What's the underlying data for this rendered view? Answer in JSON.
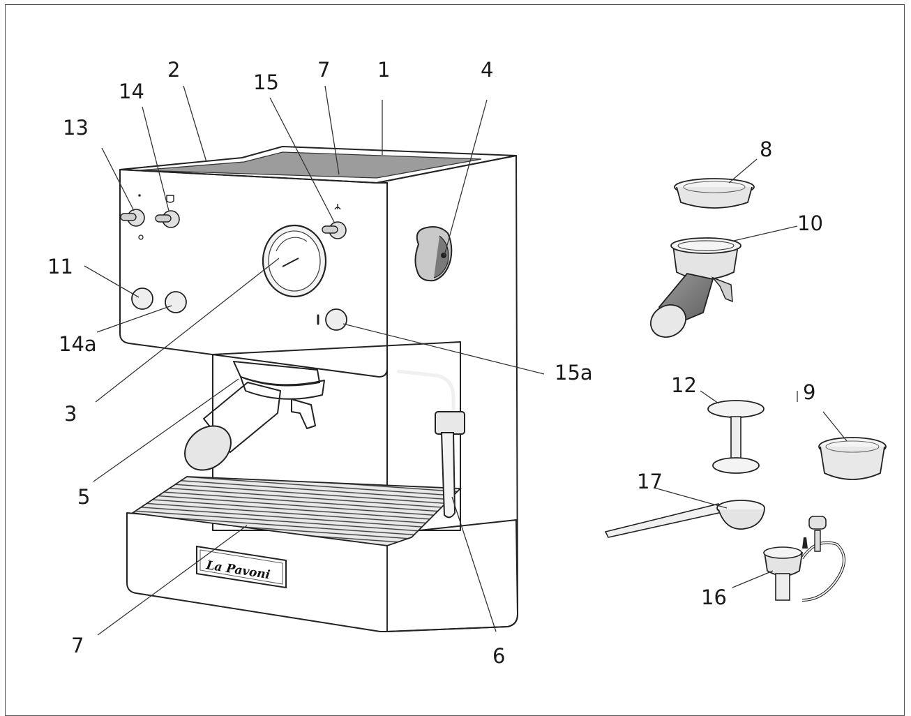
{
  "diagram": {
    "brand_label": "La Pavoni",
    "labels": [
      {
        "id": "label-1",
        "text": "1"
      },
      {
        "id": "label-2",
        "text": "2"
      },
      {
        "id": "label-3",
        "text": "3"
      },
      {
        "id": "label-4",
        "text": "4"
      },
      {
        "id": "label-5",
        "text": "5"
      },
      {
        "id": "label-6",
        "text": "6"
      },
      {
        "id": "label-7-top",
        "text": "7"
      },
      {
        "id": "label-7-bottom",
        "text": "7"
      },
      {
        "id": "label-8",
        "text": "8"
      },
      {
        "id": "label-9",
        "text": "9"
      },
      {
        "id": "label-10",
        "text": "10"
      },
      {
        "id": "label-11",
        "text": "11"
      },
      {
        "id": "label-12",
        "text": "12"
      },
      {
        "id": "label-13",
        "text": "13"
      },
      {
        "id": "label-14",
        "text": "14"
      },
      {
        "id": "label-14a",
        "text": "14a"
      },
      {
        "id": "label-15",
        "text": "15"
      },
      {
        "id": "label-15a",
        "text": "15a"
      },
      {
        "id": "label-16",
        "text": "16"
      },
      {
        "id": "label-17",
        "text": "17"
      }
    ]
  }
}
